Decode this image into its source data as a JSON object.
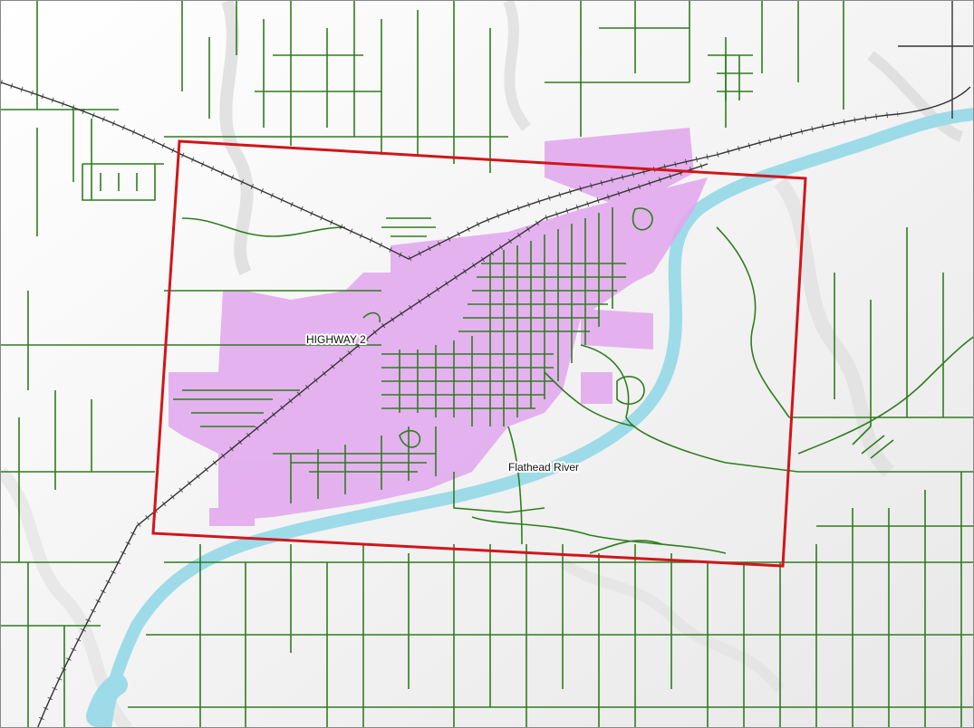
{
  "map": {
    "labels": {
      "highway": "HIGHWAY 2",
      "river": "Flathead River"
    },
    "colors": {
      "background": "#f3f3f3",
      "river": "#9ddbe8",
      "roads": "#2f7d1f",
      "railroad": "#333333",
      "city_limits": "#e2a6ee",
      "study_area_boundary": "#d0161b"
    },
    "layers": [
      "terrain-hillshade",
      "river",
      "city-limits",
      "roads",
      "railroad",
      "study-area-boundary"
    ]
  }
}
